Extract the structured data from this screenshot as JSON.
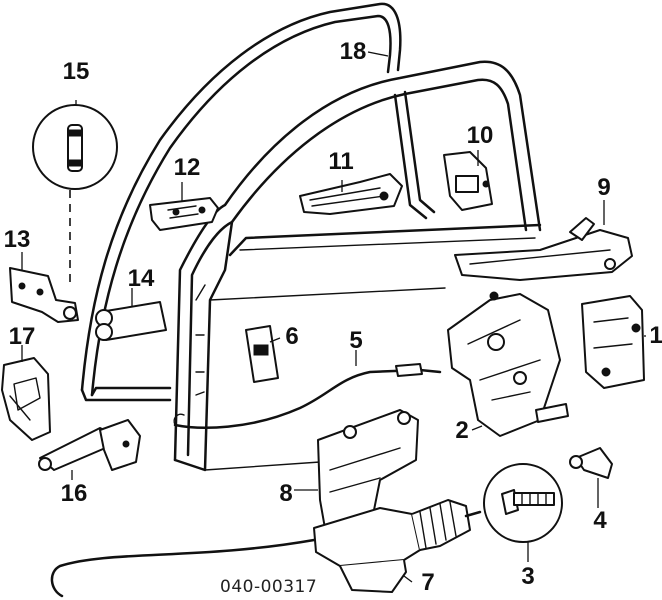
{
  "callouts": [
    {
      "id": "1",
      "text": "1"
    },
    {
      "id": "2",
      "text": "2"
    },
    {
      "id": "3",
      "text": "3"
    },
    {
      "id": "4",
      "text": "4"
    },
    {
      "id": "5",
      "text": "5"
    },
    {
      "id": "6",
      "text": "6"
    },
    {
      "id": "7",
      "text": "7"
    },
    {
      "id": "8",
      "text": "8"
    },
    {
      "id": "9",
      "text": "9"
    },
    {
      "id": "10",
      "text": "10"
    },
    {
      "id": "11",
      "text": "11"
    },
    {
      "id": "12",
      "text": "12"
    },
    {
      "id": "13",
      "text": "13"
    },
    {
      "id": "14",
      "text": "14"
    },
    {
      "id": "15",
      "text": "15"
    },
    {
      "id": "16",
      "text": "16"
    },
    {
      "id": "17",
      "text": "17"
    },
    {
      "id": "18",
      "text": "18"
    }
  ],
  "catalog_number": "040-00317",
  "colors": {
    "ink": "#111111",
    "background": "#ffffff"
  }
}
